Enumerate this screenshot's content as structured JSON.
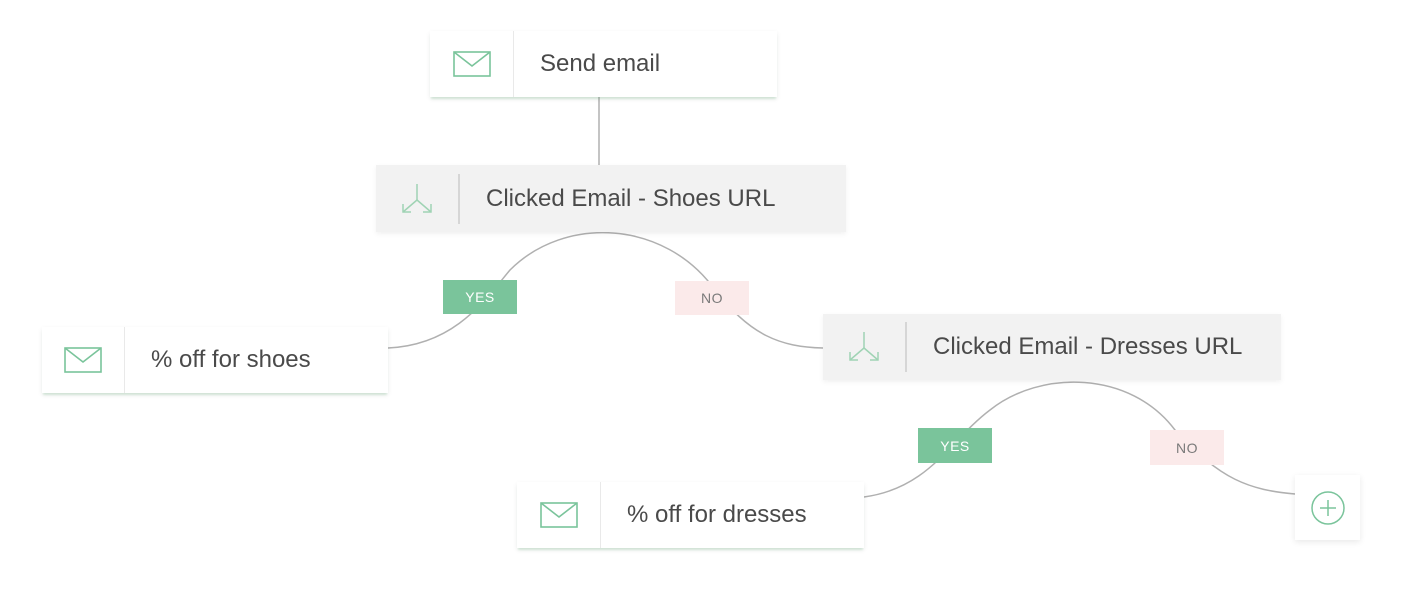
{
  "colors": {
    "accent": "#7ac49b",
    "yes_badge_bg": "#7ac49b",
    "no_badge_bg": "#fbeaea",
    "condition_bg": "#f2f2f2",
    "connector": "#b0b0b0"
  },
  "nodes": {
    "send_email": {
      "label": "Send email",
      "icon": "envelope-icon"
    },
    "condition_shoes": {
      "label": "Clicked Email - Shoes URL",
      "icon": "split-icon"
    },
    "shoes_offer": {
      "label": "% off for shoes",
      "icon": "envelope-icon"
    },
    "condition_dresses": {
      "label": "Clicked Email - Dresses URL",
      "icon": "split-icon"
    },
    "dresses_offer": {
      "label": "% off for dresses",
      "icon": "envelope-icon"
    }
  },
  "branches": {
    "shoes_yes": "YES",
    "shoes_no": "NO",
    "dresses_yes": "YES",
    "dresses_no": "NO"
  },
  "add_step": {
    "icon": "plus-circle-icon"
  }
}
